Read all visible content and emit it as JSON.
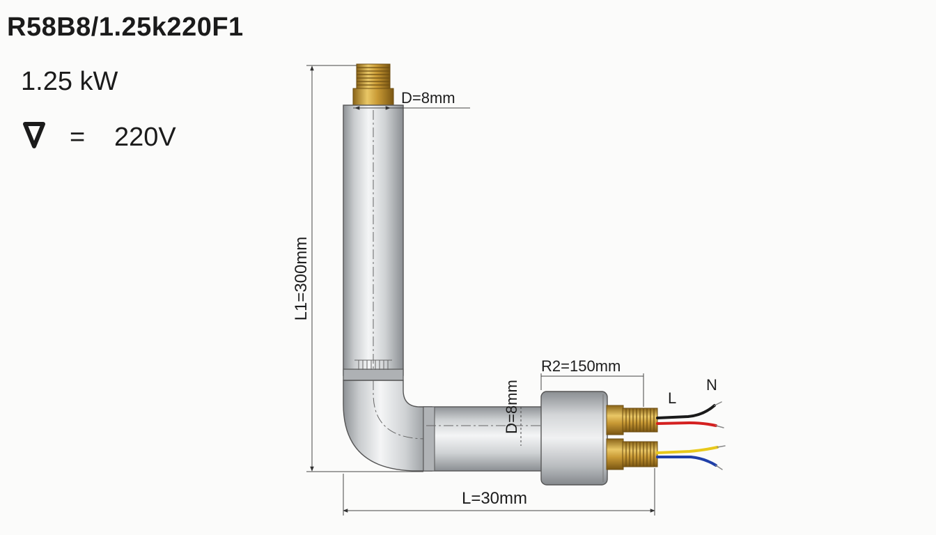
{
  "spec": {
    "model": "R58B8/1.25k220F1",
    "power": "1.25 kW",
    "voltage_equals": "=",
    "voltage": "220V"
  },
  "dimensions": {
    "diameter_top": "D=8mm",
    "length_vertical": "L1=300mm",
    "diameter_horizontal": "D=8mm",
    "radius": "R2=150mm",
    "length_horizontal": "L=30mm"
  },
  "terminals": {
    "live": "L",
    "neutral": "N"
  },
  "icons": {
    "voltage_symbol": "voltage-symbol-icon"
  },
  "colors": {
    "tube": "#c4c7ca",
    "brass": "#c9a03c",
    "wire_black": "#1a1a1a",
    "wire_red": "#d42020",
    "wire_yellow": "#e8c81a",
    "wire_blue": "#1f3fa8"
  }
}
